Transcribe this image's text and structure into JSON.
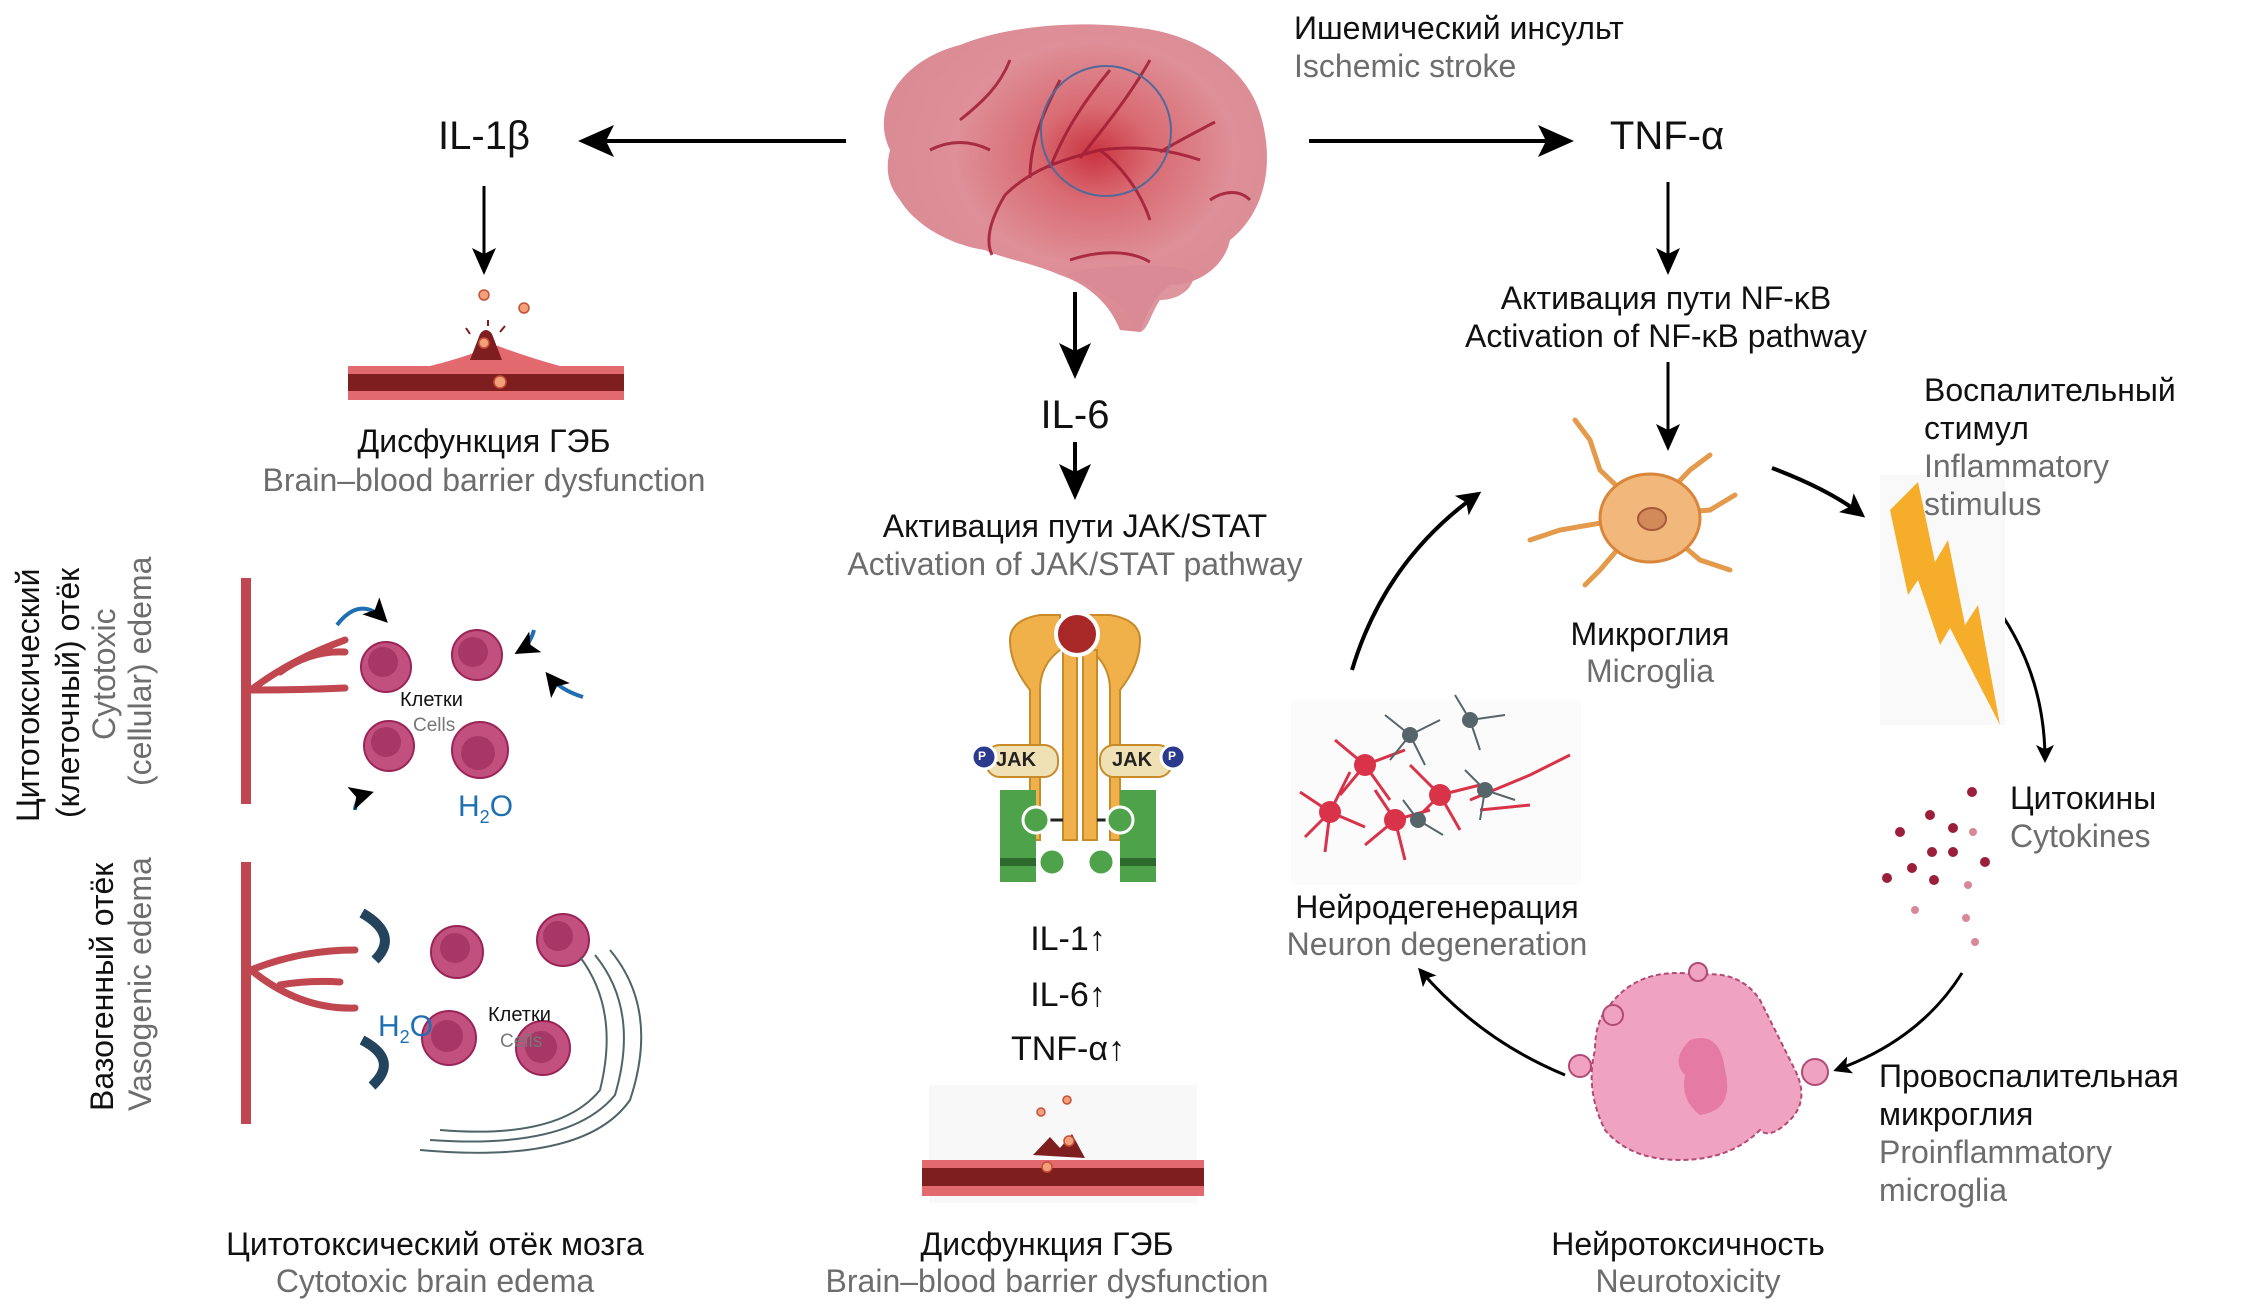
{
  "title": {
    "ru": "Ишемический инсульт",
    "en": "Ischemic stroke"
  },
  "cytokines_top": {
    "il1b": "IL-1β",
    "tnfa": "TNF-α",
    "il6": "IL-6"
  },
  "left_branch": {
    "bbb_ru": "Дисфункция ГЭБ",
    "bbb_en": "Brain–blood barrier dysfunction"
  },
  "edema": {
    "cytotoxic_ru_line1": "Цитотоксический",
    "cytotoxic_ru_line2": "(клеточный) отёк",
    "cytotoxic_en_line1": "Cytotoxic",
    "cytotoxic_en_line2": "(cellular) edema",
    "vasogenic_ru": "Вазогенный отёк",
    "vasogenic_en": "Vasogenic edema",
    "cells_ru": "Клетки",
    "cells_en": "Cells",
    "water": "H",
    "water_sub": "2",
    "water_o": "O",
    "summary_ru": "Цитотоксический отёк мозга",
    "summary_en": "Cytotoxic brain edema"
  },
  "center_branch": {
    "jak_ru": "Активация пути JAK/STAT",
    "jak_en": "Activation of JAK/STAT pathway",
    "jak_label": "JAK",
    "phospho": "P",
    "up_list": [
      "IL-1↑",
      "IL-6↑",
      "TNF-α↑"
    ],
    "bbb_ru": "Дисфункция ГЭБ",
    "bbb_en": "Brain–blood barrier dysfunction"
  },
  "right_branch": {
    "nfkb_ru": "Активация пути NF-κB",
    "nfkb_en": "Activation of NF-κB pathway",
    "cycle": [
      {
        "id": "microglia",
        "ru": "Микроглия",
        "en": "Microglia"
      },
      {
        "id": "stimulus",
        "ru_line1": "Воспалительный",
        "ru_line2": "стимул",
        "en_line1": "Inflammatory",
        "en_line2": "stimulus"
      },
      {
        "id": "cytokines",
        "ru": "Цитокины",
        "en": "Cytokines"
      },
      {
        "id": "proinflammatory",
        "ru_line1": "Провоспалительная",
        "ru_line2": "микроглия",
        "en_line1": "Proinflammatory",
        "en_line2": "microglia"
      },
      {
        "id": "neurotoxicity",
        "ru": "Нейротоксичность",
        "en": "Neurotoxicity"
      },
      {
        "id": "degeneration",
        "ru": "Нейродегенерация",
        "en": "Neuron degeneration"
      }
    ]
  },
  "colors": {
    "brain": "#d98a93",
    "vessel": "#c0464f",
    "vessel_dark": "#7e1e1e",
    "cell": "#c2507e",
    "water_blue": "#1f6fb2",
    "receptor_orange": "#f0b04a",
    "stat_green": "#4ea24a",
    "phospho_blue": "#2b3a8c",
    "microglia": "#f2b77a",
    "lightning": "#f5ad2a",
    "pink_cell": "#f0a3c0",
    "cytokine": "#9b1f3a",
    "neuron_red": "#d9334a",
    "neuron_gray": "#55656a"
  }
}
